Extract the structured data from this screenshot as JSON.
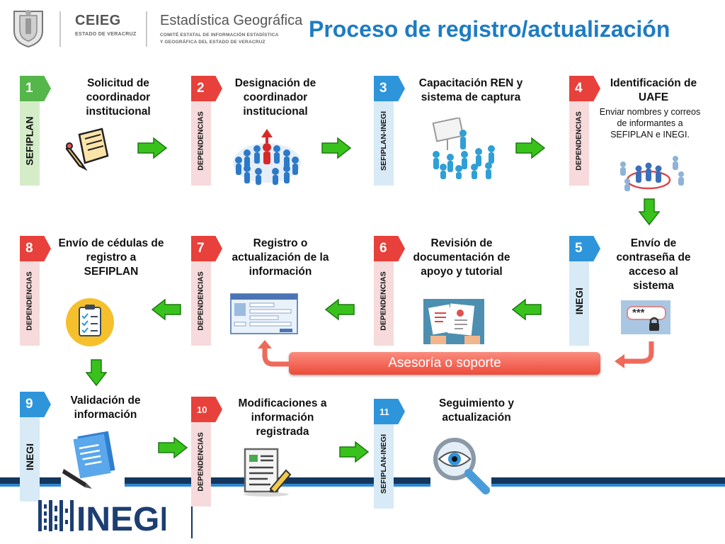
{
  "header": {
    "logo_ceieg": "CEIEG",
    "logo_ceieg_sub": "ESTADO DE VERACRUZ",
    "logo_eg": "Estadística Geográfica",
    "logo_eg_sub1": "COMITÉ ESTATAL DE INFORMACIÓN ESTADÍSTICA",
    "logo_eg_sub2": "Y GEOGRÁFICA DEL ESTADO DE VERACRUZ",
    "title": "Proceso de registro/actualización"
  },
  "colors": {
    "green_step": "#55b64a",
    "red_step": "#e8403a",
    "blue_step": "#2e95db",
    "bar_green": "#d5ecc9",
    "bar_red": "#f7dadb",
    "bar_blue": "#d7eaf6",
    "arrow_green": "#39c21c"
  },
  "steps": [
    {
      "num": "1",
      "entity": "SEFIPLAN",
      "title": "Solicitud de coordinador institucional",
      "desc": "",
      "icon": "document-pen-icon"
    },
    {
      "num": "2",
      "entity": "DEPENDENCIAS",
      "title": "Designación de coordinador institucional",
      "desc": "",
      "icon": "people-circle-icon"
    },
    {
      "num": "3",
      "entity": "SEFIPLAN-INEGI",
      "title": "Capacitación REN y sistema de captura",
      "desc": "",
      "icon": "training-icon"
    },
    {
      "num": "4",
      "entity": "DEPENDENCIAS",
      "title": "Identificación de UAFE",
      "desc": "Enviar nombres y correos de informantes a SEFIPLAN e INEGI.",
      "icon": "group-target-icon"
    },
    {
      "num": "5",
      "entity": "INEGI",
      "title": "Envío de contraseña de acceso al sistema",
      "desc": "",
      "icon": "password-lock-icon"
    },
    {
      "num": "6",
      "entity": "DEPENDENCIAS",
      "title": "Revisión de documentación de apoyo y tutorial",
      "desc": "",
      "icon": "documents-review-icon"
    },
    {
      "num": "7",
      "entity": "DEPENDENCIAS",
      "title": "Registro o actualización de la información",
      "desc": "",
      "icon": "form-screen-icon"
    },
    {
      "num": "8",
      "entity": "DEPENDENCIAS",
      "title": "Envío de cédulas de registro a SEFIPLAN",
      "desc": "",
      "icon": "clipboard-checklist-icon"
    },
    {
      "num": "9",
      "entity": "INEGI",
      "title": "Validación de información",
      "desc": "",
      "icon": "checklist-pen-icon"
    },
    {
      "num": "10",
      "entity": "DEPENDENCIAS",
      "title": "Modificaciones a información registrada",
      "desc": "",
      "icon": "document-edit-icon"
    },
    {
      "num": "11",
      "entity": "SEFIPLAN-INEGI",
      "title": "Seguimiento y actualización",
      "desc": "",
      "icon": "magnifier-eye-icon"
    }
  ],
  "support_label": "Asesoría o soporte",
  "password_mask": "***",
  "footer_logo": "INEGI"
}
